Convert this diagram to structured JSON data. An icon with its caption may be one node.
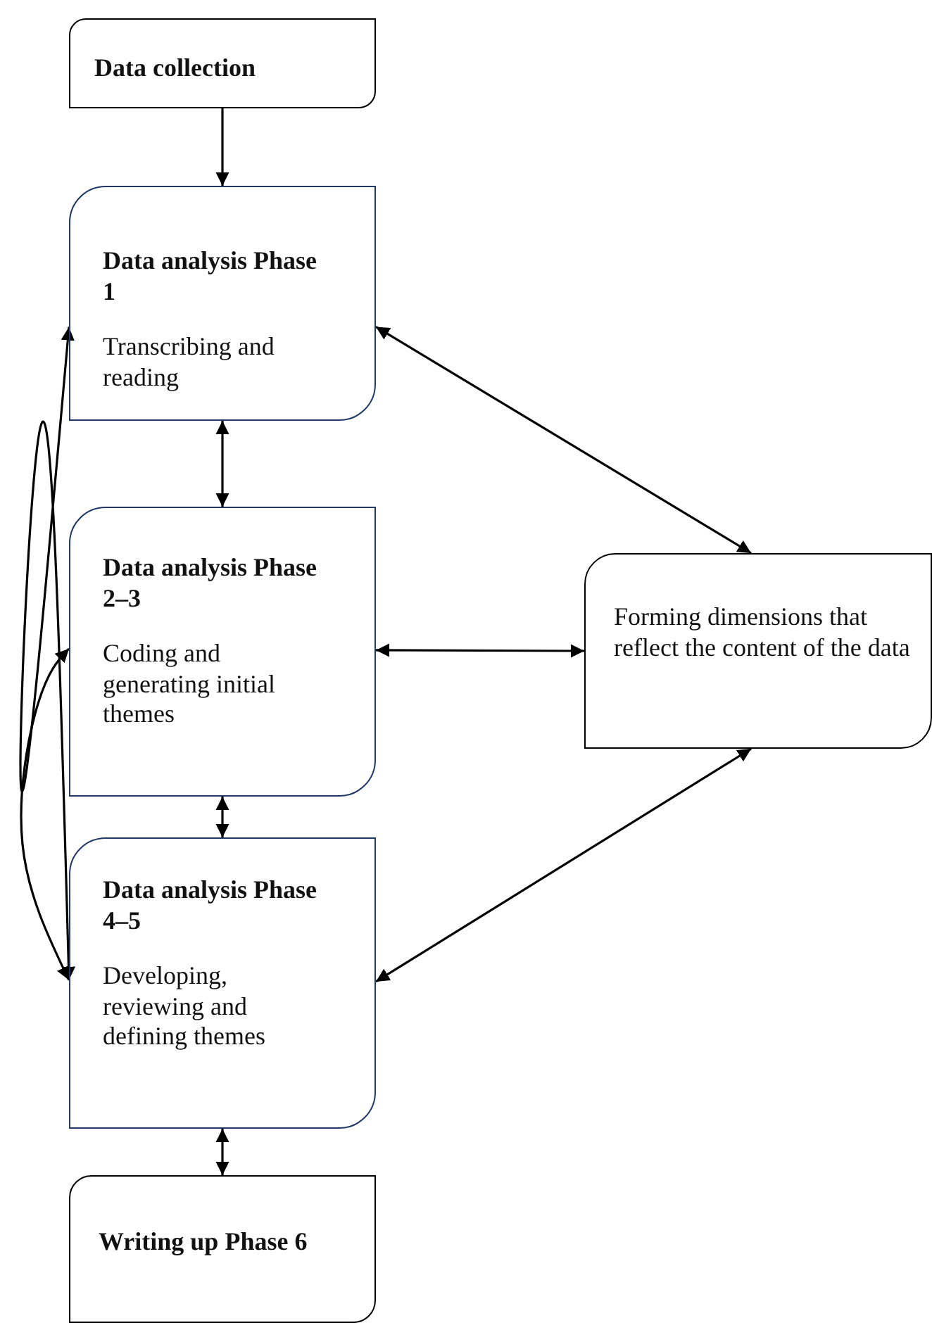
{
  "diagram": {
    "nodes": [
      {
        "text": [
          "Data collection"
        ]
      },
      {
        "text": [
          "Data analysis Phase 1",
          "Transcribing and reading"
        ]
      },
      {
        "text": [
          "Data analysis Phase 2–3",
          "Coding and generating initial themes"
        ]
      },
      {
        "text": [
          "Data analysis Phase 4–5",
          "Developing, reviewing and defining themes"
        ]
      },
      {
        "text": [
          "Writing up Phase 6"
        ]
      },
      {
        "text": [
          "Forming dimensions that reflect the content of the data"
        ]
      }
    ],
    "edges": [
      {
        "from": 0,
        "to": 1,
        "arrow": "to"
      },
      {
        "from": 1,
        "to": 2,
        "arrow": "both"
      },
      {
        "from": 2,
        "to": 3,
        "arrow": "both"
      },
      {
        "from": 3,
        "to": 4,
        "arrow": "both"
      },
      {
        "from": 1,
        "to": 5,
        "arrow": "both"
      },
      {
        "from": 2,
        "to": 5,
        "arrow": "both"
      },
      {
        "from": 3,
        "to": 5,
        "arrow": "both"
      },
      {
        "from": 3,
        "to": 1,
        "arrow": "both"
      },
      {
        "from": 3,
        "to": 2,
        "arrow": "both"
      }
    ]
  }
}
